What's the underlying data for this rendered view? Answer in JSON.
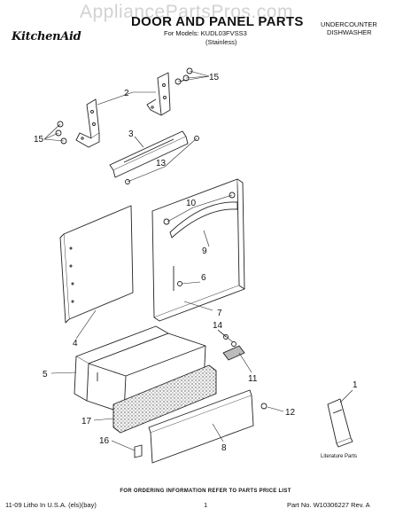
{
  "watermark": "AppliancePartsPros.com",
  "header": {
    "title": "DOOR AND PANEL PARTS",
    "models": "For Models: KUDL03FVSS3",
    "variant": "(Stainless)",
    "unit_type_line1": "UNDERCOUNTER",
    "unit_type_line2": "DISHWASHER",
    "brand": "KitchenAid"
  },
  "callouts": {
    "c1": "1",
    "c2": "2",
    "c3": "3",
    "c4": "4",
    "c5": "5",
    "c6": "6",
    "c7": "7",
    "c8": "8",
    "c9": "9",
    "c10": "10",
    "c11": "11",
    "c12": "12",
    "c13": "13",
    "c14": "14",
    "c15a": "15",
    "c15b": "15",
    "c16": "16",
    "c17": "17"
  },
  "literature_label": "Literature Parts",
  "footer": {
    "order_note": "FOR ORDERING INFORMATION REFER TO PARTS PRICE LIST",
    "litho": "11-09 Litho In U.S.A. (els)(bay)",
    "page": "1",
    "part_no": "Part No. W10306227 Rev. A"
  }
}
